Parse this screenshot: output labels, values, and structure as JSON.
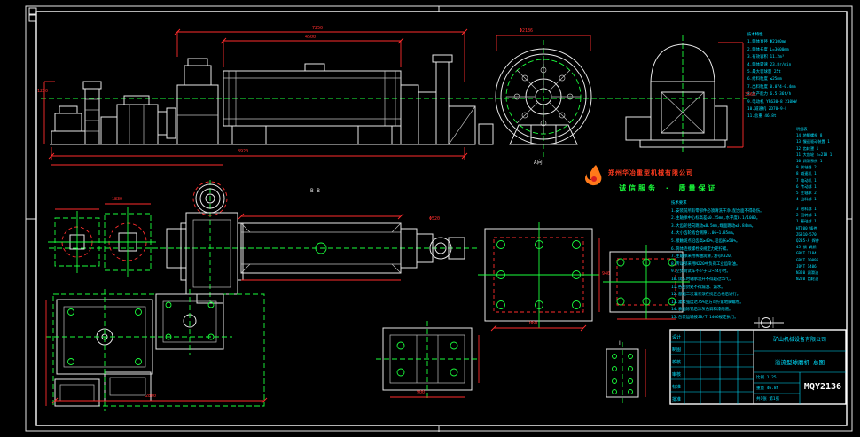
{
  "colors": {
    "background": "#000000",
    "frame": "#e8e8e8",
    "dimension": "#ff2d2d",
    "centerline": "#1aff3c",
    "text": "#00e0ff",
    "logo_flame": "#ff7a1a",
    "logo_text": "#ff3b1f",
    "slogan_text": "#1aff3c"
  },
  "logo": {
    "company": "郑州华冶重型机械有限公司",
    "slogan": "诚信服务 · 质量保证"
  },
  "spec_list": {
    "lines": [
      "技术特性",
      "1.筒体直径 Φ2100mm",
      "2.筒体长度 L=3600mm",
      "3.有效容积 11.2m³",
      "4.筒体转速 23.8r/min",
      "5.最大装球量 25t",
      "6.给料粒度 ≤25mm",
      "7.出料粒度 0.074-0.4mm",
      "8.生产能力 6.5-36t/h",
      "9.电动机 YR630-8 210kW",
      "10.减速机 ZD70-9-Ⅰ",
      "11.总重 46.8t"
    ]
  },
  "parts_list_a": {
    "lines": [
      "明细表",
      "14 地脚螺栓 8",
      "13 慢速驱动装置 1",
      "12 齿轮罩 1",
      "11 大齿轮 z=218 1",
      "10 润滑系统 1",
      "9 联轴器 2",
      "8 减速机 1",
      "7 电动机 1",
      "6 传动部 1",
      "5 主轴承 2",
      "4 出料部 1"
    ]
  },
  "parts_list_b": {
    "lines": [
      "3 给料部 1",
      "2 回转部 1",
      "1 基础部 1",
      "HT200 铸件",
      "ZG310-570",
      "Q235-A 焊件",
      "45 钢 调质",
      "GB/T 1184",
      "GB/T 10095",
      "JB/T 1406",
      "N320 润滑油",
      "N220 齿轮油"
    ]
  },
  "tech_notes": {
    "lines": [
      "技术要求",
      "1.安装前所有零部件必须清洗干净,配合面不得碰伤。",
      "2.主轴承中心标高差≤0.25mm,水平度0.1/1000。",
      "3.大齿轮径向跳动≤0.5mm,端面跳动≤0.84mm。",
      "4.大小齿轮啮合侧隙1.06~1.85mm。",
      "5.接触斑点沿齿高≥40%,沿齿长≥50%。",
      "6.筒体连接螺栓按规定力矩拧紧。",
      "7.主轴承采用稀油润滑,油号N320。",
      "8.传动部采用N220中负荷工业齿轮油。",
      "9.空负荷试车不少于12~24小时。",
      "10.试车时轴承温升不得超过55℃。",
      "11.各密封处不得漏油、漏水。",
      "12.基础二次灌浆须在找正合格后进行。",
      "13.灌浆强度达75%后方可拧紧地脚螺栓。",
      "14.表面除锈后涂灰色调和漆两道。",
      "15.包装运输按JB/T 1406规定执行。"
    ]
  },
  "dims": {
    "d_top": "7250",
    "d_shell": "4500",
    "d_left_h": "1250",
    "d_right_h": "3560",
    "d_bottom": "8920",
    "d_gear": "Φ2136",
    "d_s2": "1830",
    "d_plan": "Φ520",
    "d_p1_w": "1060",
    "d_p1_h": "940",
    "d_d3": "900",
    "d_c": "2800"
  },
  "view_labels": {
    "vb": "B—B",
    "va": "A向",
    "vi": "Ⅰ"
  },
  "title_block": {
    "company": "矿山机械设备有限公司",
    "drawing_title": "溢流型球磨机 总图",
    "drawing_no": "MQY2136",
    "scale": "比例 1:25",
    "weight": "重量 46.8t",
    "sheet": "共1张 第1张",
    "rows": [
      "设计",
      "制图",
      "校核",
      "审核",
      "标准",
      "批准"
    ]
  }
}
